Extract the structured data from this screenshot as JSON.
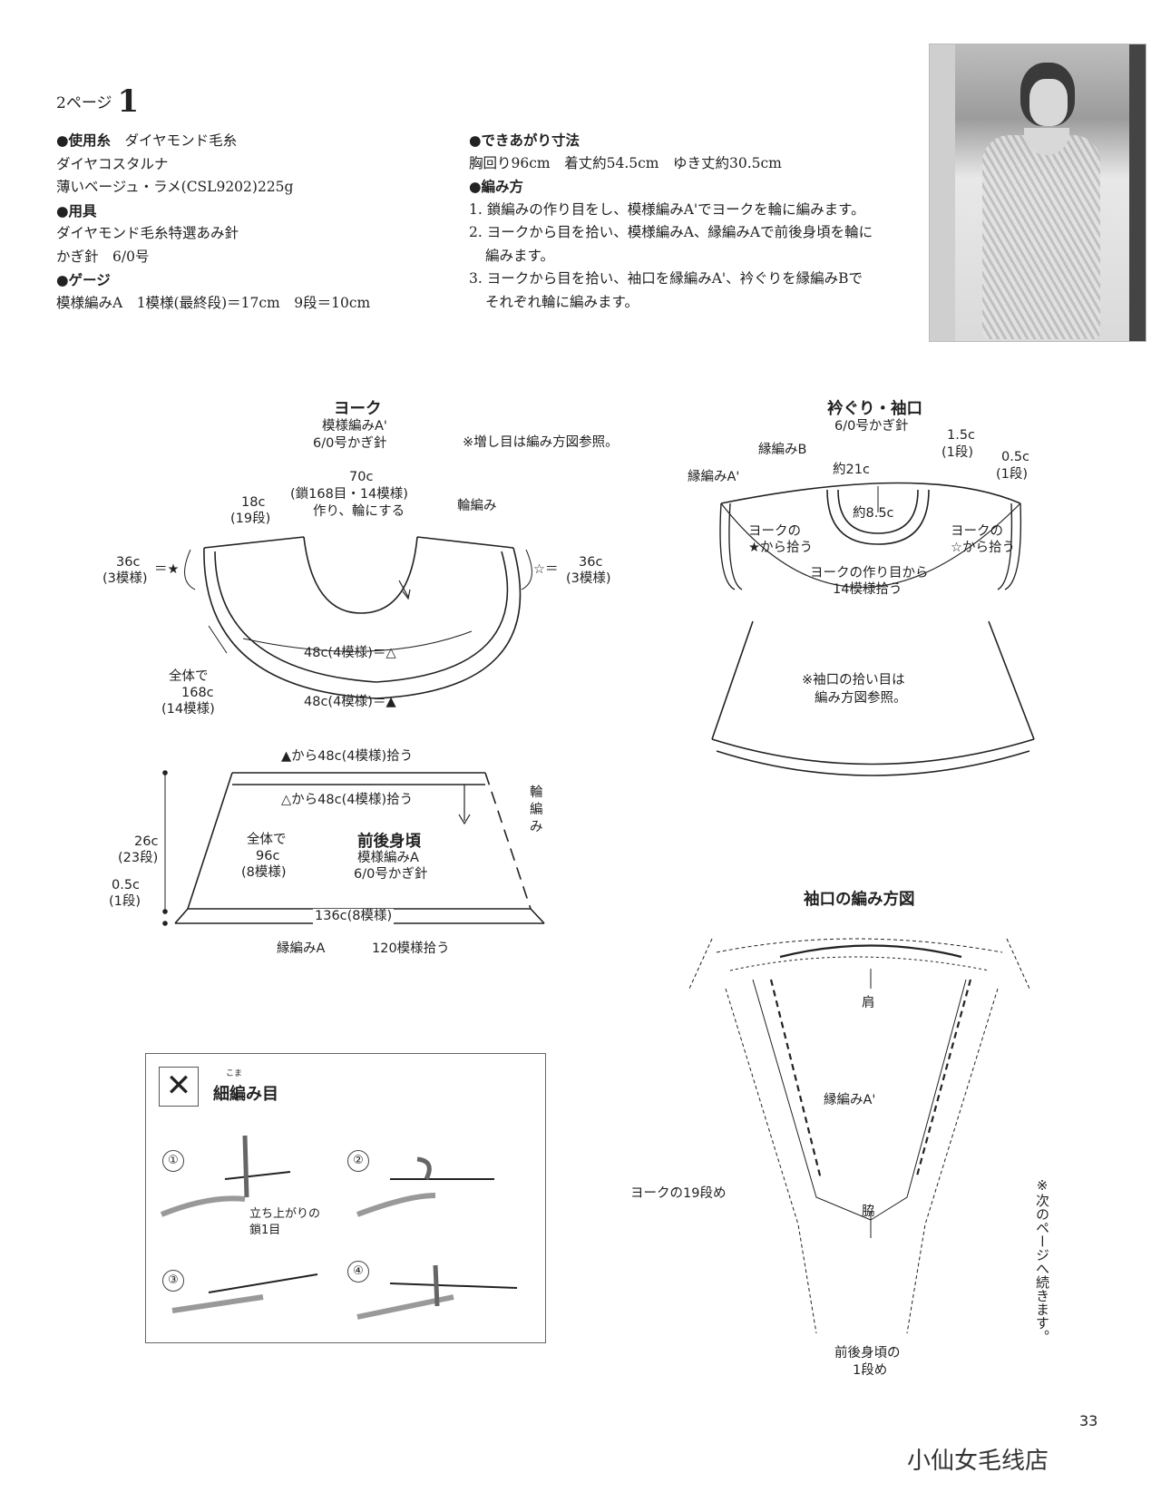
{
  "header": {
    "page_ref": "2ページ",
    "number": "1"
  },
  "specs_left": {
    "yarn_label": "●使用糸",
    "yarn_maker": "ダイヤモンド毛糸",
    "yarn_name": "ダイヤコスタルナ",
    "yarn_color": "薄いベージュ・ラメ(CSL9202)225g",
    "tools_label": "●用具",
    "tools_1": "ダイヤモンド毛糸特選あみ針",
    "tools_2": "かぎ針　6/0号",
    "gauge_label": "●ゲージ",
    "gauge": "模様編みA　1模様(最終段)＝17cm　9段＝10cm"
  },
  "specs_right": {
    "size_label": "●できあがり寸法",
    "size": "胸回り96cm　着丈約54.5cm　ゆき丈約30.5cm",
    "method_label": "●編み方",
    "step1": "1. 鎖編みの作り目をし、模様編みA'でヨークを輪に編みます。",
    "step2a": "2. ヨークから目を拾い、模様編みA、縁編みAで前後身頃を輪に",
    "step2b": "編みます。",
    "step3a": "3. ヨークから目を拾い、袖口を縁編みA'、衿ぐりを縁編みBで",
    "step3b": "それぞれ輪に編みます。"
  },
  "yoke": {
    "title": "ヨーク",
    "sub1": "模様編みA'",
    "sub2": "6/0号かぎ針",
    "note": "※増し目は編み方図参照。",
    "top1": "70c",
    "top2": "(鎖168目・14模様)",
    "top3": "作り、輪にする",
    "ring": "輪編み",
    "d18a": "18c",
    "d18b": "(19段)",
    "l36a": "36c",
    "l36b": "(3模様)",
    "l36sym": "＝★",
    "r36a": "36c",
    "r36b": "(3模様)",
    "r36sym": "☆＝",
    "inner": "48c(4模様)＝△",
    "outer": "48c(4模様)＝▲",
    "tot1": "全体で",
    "tot2": "168c",
    "tot3": "(14模様)"
  },
  "body": {
    "pick1": "▲から48c(4模様)拾う",
    "pick2": "△から48c(4模様)拾う",
    "ring1": "輪",
    "ring2": "編",
    "ring3": "み",
    "tot1": "全体で",
    "tot2": "96c",
    "tot3": "(8模様)",
    "title": "前後身頃",
    "sub1": "模様編みA",
    "sub2": "6/0号かぎ針",
    "h26a": "26c",
    "h26b": "(23段)",
    "h05a": "0.5c",
    "h05b": "(1段)",
    "bottom": "136c(8模様)",
    "edge": "縁編みA",
    "pickup": "120模様拾う"
  },
  "neck": {
    "title": "衿ぐり・袖口",
    "sub": "6/0号かぎ針",
    "edgeB": "縁編みB",
    "edgeA2": "縁編みA'",
    "d15a": "1.5c",
    "d15b": "(1段)",
    "d05a": "0.5c",
    "d05b": "(1段)",
    "w21": "約21c",
    "w85": "約8.5c",
    "lpick1": "ヨークの",
    "lpick2": "★から拾う",
    "rpick1": "ヨークの",
    "rpick2": "☆から拾う",
    "mid1": "ヨークの作り目から",
    "mid2": "14模様拾う",
    "note1": "※袖口の拾い目は",
    "note2": "編み方図参照。"
  },
  "sleeve_chart": {
    "title": "袖口の編み方図",
    "shoulder": "肩",
    "edge": "縁編みA'",
    "row19": "ヨークの19段め",
    "armpit": "脇",
    "body1": "前後身頃の",
    "body2": "1段め",
    "cont": "※次のページへ続きます。"
  },
  "legend": {
    "symbol": "✕",
    "ruby": "こま",
    "title": "細編み目",
    "step1": "①",
    "step2": "②",
    "step3": "③",
    "step4": "④",
    "note1": "立ち上がりの",
    "note2": "鎖1目"
  },
  "page_number": "33",
  "watermark": "小仙女毛线店"
}
